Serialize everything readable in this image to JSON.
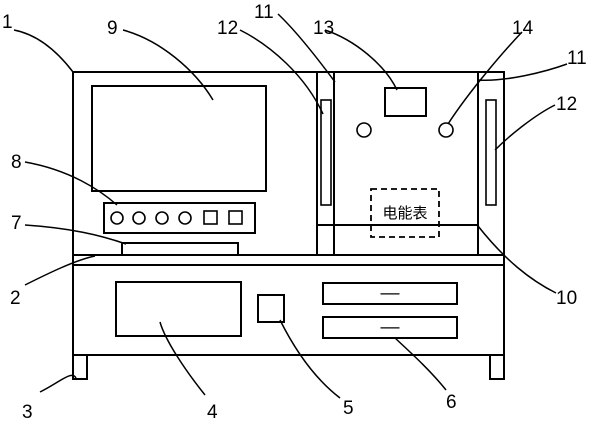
{
  "callouts": {
    "n1": "1",
    "n2": "2",
    "n3": "3",
    "n4": "4",
    "n5": "5",
    "n6": "6",
    "n7": "7",
    "n8": "8",
    "n9": "9",
    "n10": "10",
    "n11a": "11",
    "n11b": "11",
    "n12a": "12",
    "n12b": "12",
    "n13": "13",
    "n14": "14"
  },
  "meter_label": "电能表",
  "drawer_labels": [
    "—",
    "—"
  ]
}
